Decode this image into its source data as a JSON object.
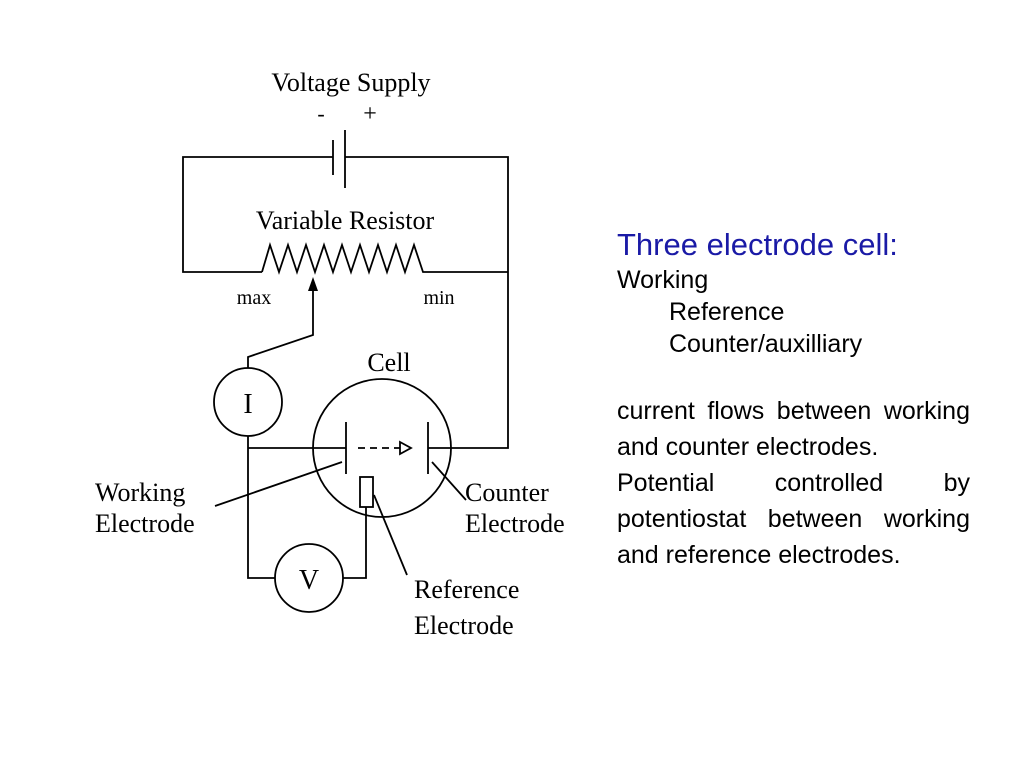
{
  "accent": "#1a1aa6",
  "diagram": {
    "supply_label": "Voltage Supply",
    "supply_minus": "-",
    "supply_plus": "+",
    "resistor_label": "Variable Resistor",
    "resistor_max": "max",
    "resistor_min": "min",
    "cell_label": "Cell",
    "ammeter": "I",
    "voltmeter": "V",
    "working_electrode": [
      "Working",
      "Electrode"
    ],
    "counter_electrode": [
      "Counter",
      "Electrode"
    ],
    "reference_electrode": [
      "Reference",
      "Electrode"
    ]
  },
  "panel": {
    "title": "Three electrode cell:",
    "electrodes": [
      "Working",
      "Reference",
      "Counter/auxilliary"
    ],
    "paragraphs": [
      "current flows between working and counter electrodes.",
      "Potential controlled by potentiostat between working and reference electrodes."
    ]
  }
}
